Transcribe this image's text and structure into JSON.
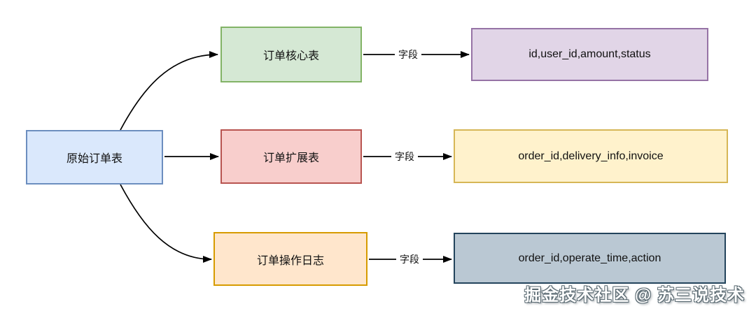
{
  "diagram": {
    "source": {
      "label": "原始订单表"
    },
    "rows": [
      {
        "table_label": "订单核心表",
        "edge_label": "字段",
        "fields_label": "id,user_id,amount,status"
      },
      {
        "table_label": "订单扩展表",
        "edge_label": "字段",
        "fields_label": "order_id,delivery_info,invoice"
      },
      {
        "table_label": "订单操作日志",
        "edge_label": "字段",
        "fields_label": "order_id,operate_time,action"
      }
    ],
    "watermark": "掘金技术社区 @ 苏三说技术"
  },
  "colors": {
    "source": {
      "fill": "#dae8fc",
      "stroke": "#6c8ebf"
    },
    "core": {
      "fill": "#d5e8d4",
      "stroke": "#82b366"
    },
    "ext": {
      "fill": "#f8cecc",
      "stroke": "#b85450"
    },
    "log": {
      "fill": "#ffe6cc",
      "stroke": "#d79b00"
    },
    "core_fields": {
      "fill": "#e1d5e7",
      "stroke": "#9673a6"
    },
    "ext_fields": {
      "fill": "#fff2cc",
      "stroke": "#d6b656"
    },
    "log_fields": {
      "fill": "#bac8d3",
      "stroke": "#23445c"
    },
    "edge": "#000000"
  }
}
